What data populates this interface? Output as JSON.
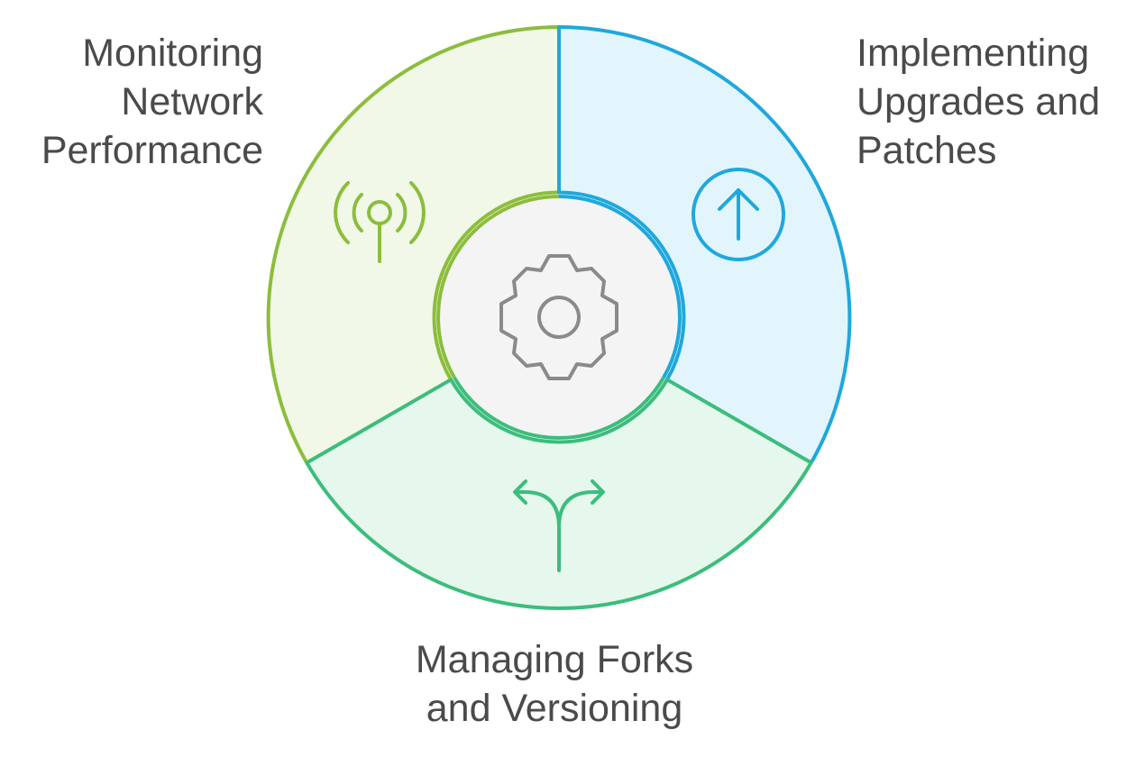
{
  "segments": [
    {
      "id": "monitoring",
      "title_lines": [
        "Monitoring",
        "Network",
        "Performance"
      ],
      "icon": "antenna-signal-icon",
      "stroke_color": "#8cbd3c",
      "fill_color": "#f1f8e8"
    },
    {
      "id": "upgrades",
      "title_lines": [
        "Implementing",
        "Upgrades and",
        "Patches"
      ],
      "icon": "arrow-up-circle-icon",
      "stroke_color": "#1fa8dc",
      "fill_color": "#e3f5fc"
    },
    {
      "id": "forks",
      "title_lines": [
        "Managing Forks",
        "and Versioning"
      ],
      "icon": "fork-arrows-icon",
      "stroke_color": "#3cbd7c",
      "fill_color": "#e6f7ee"
    }
  ],
  "center": {
    "icon": "gear-icon",
    "fill_color": "#f4f4f4",
    "icon_color": "#8a8a8a"
  },
  "text_color": "#4a4a4a"
}
